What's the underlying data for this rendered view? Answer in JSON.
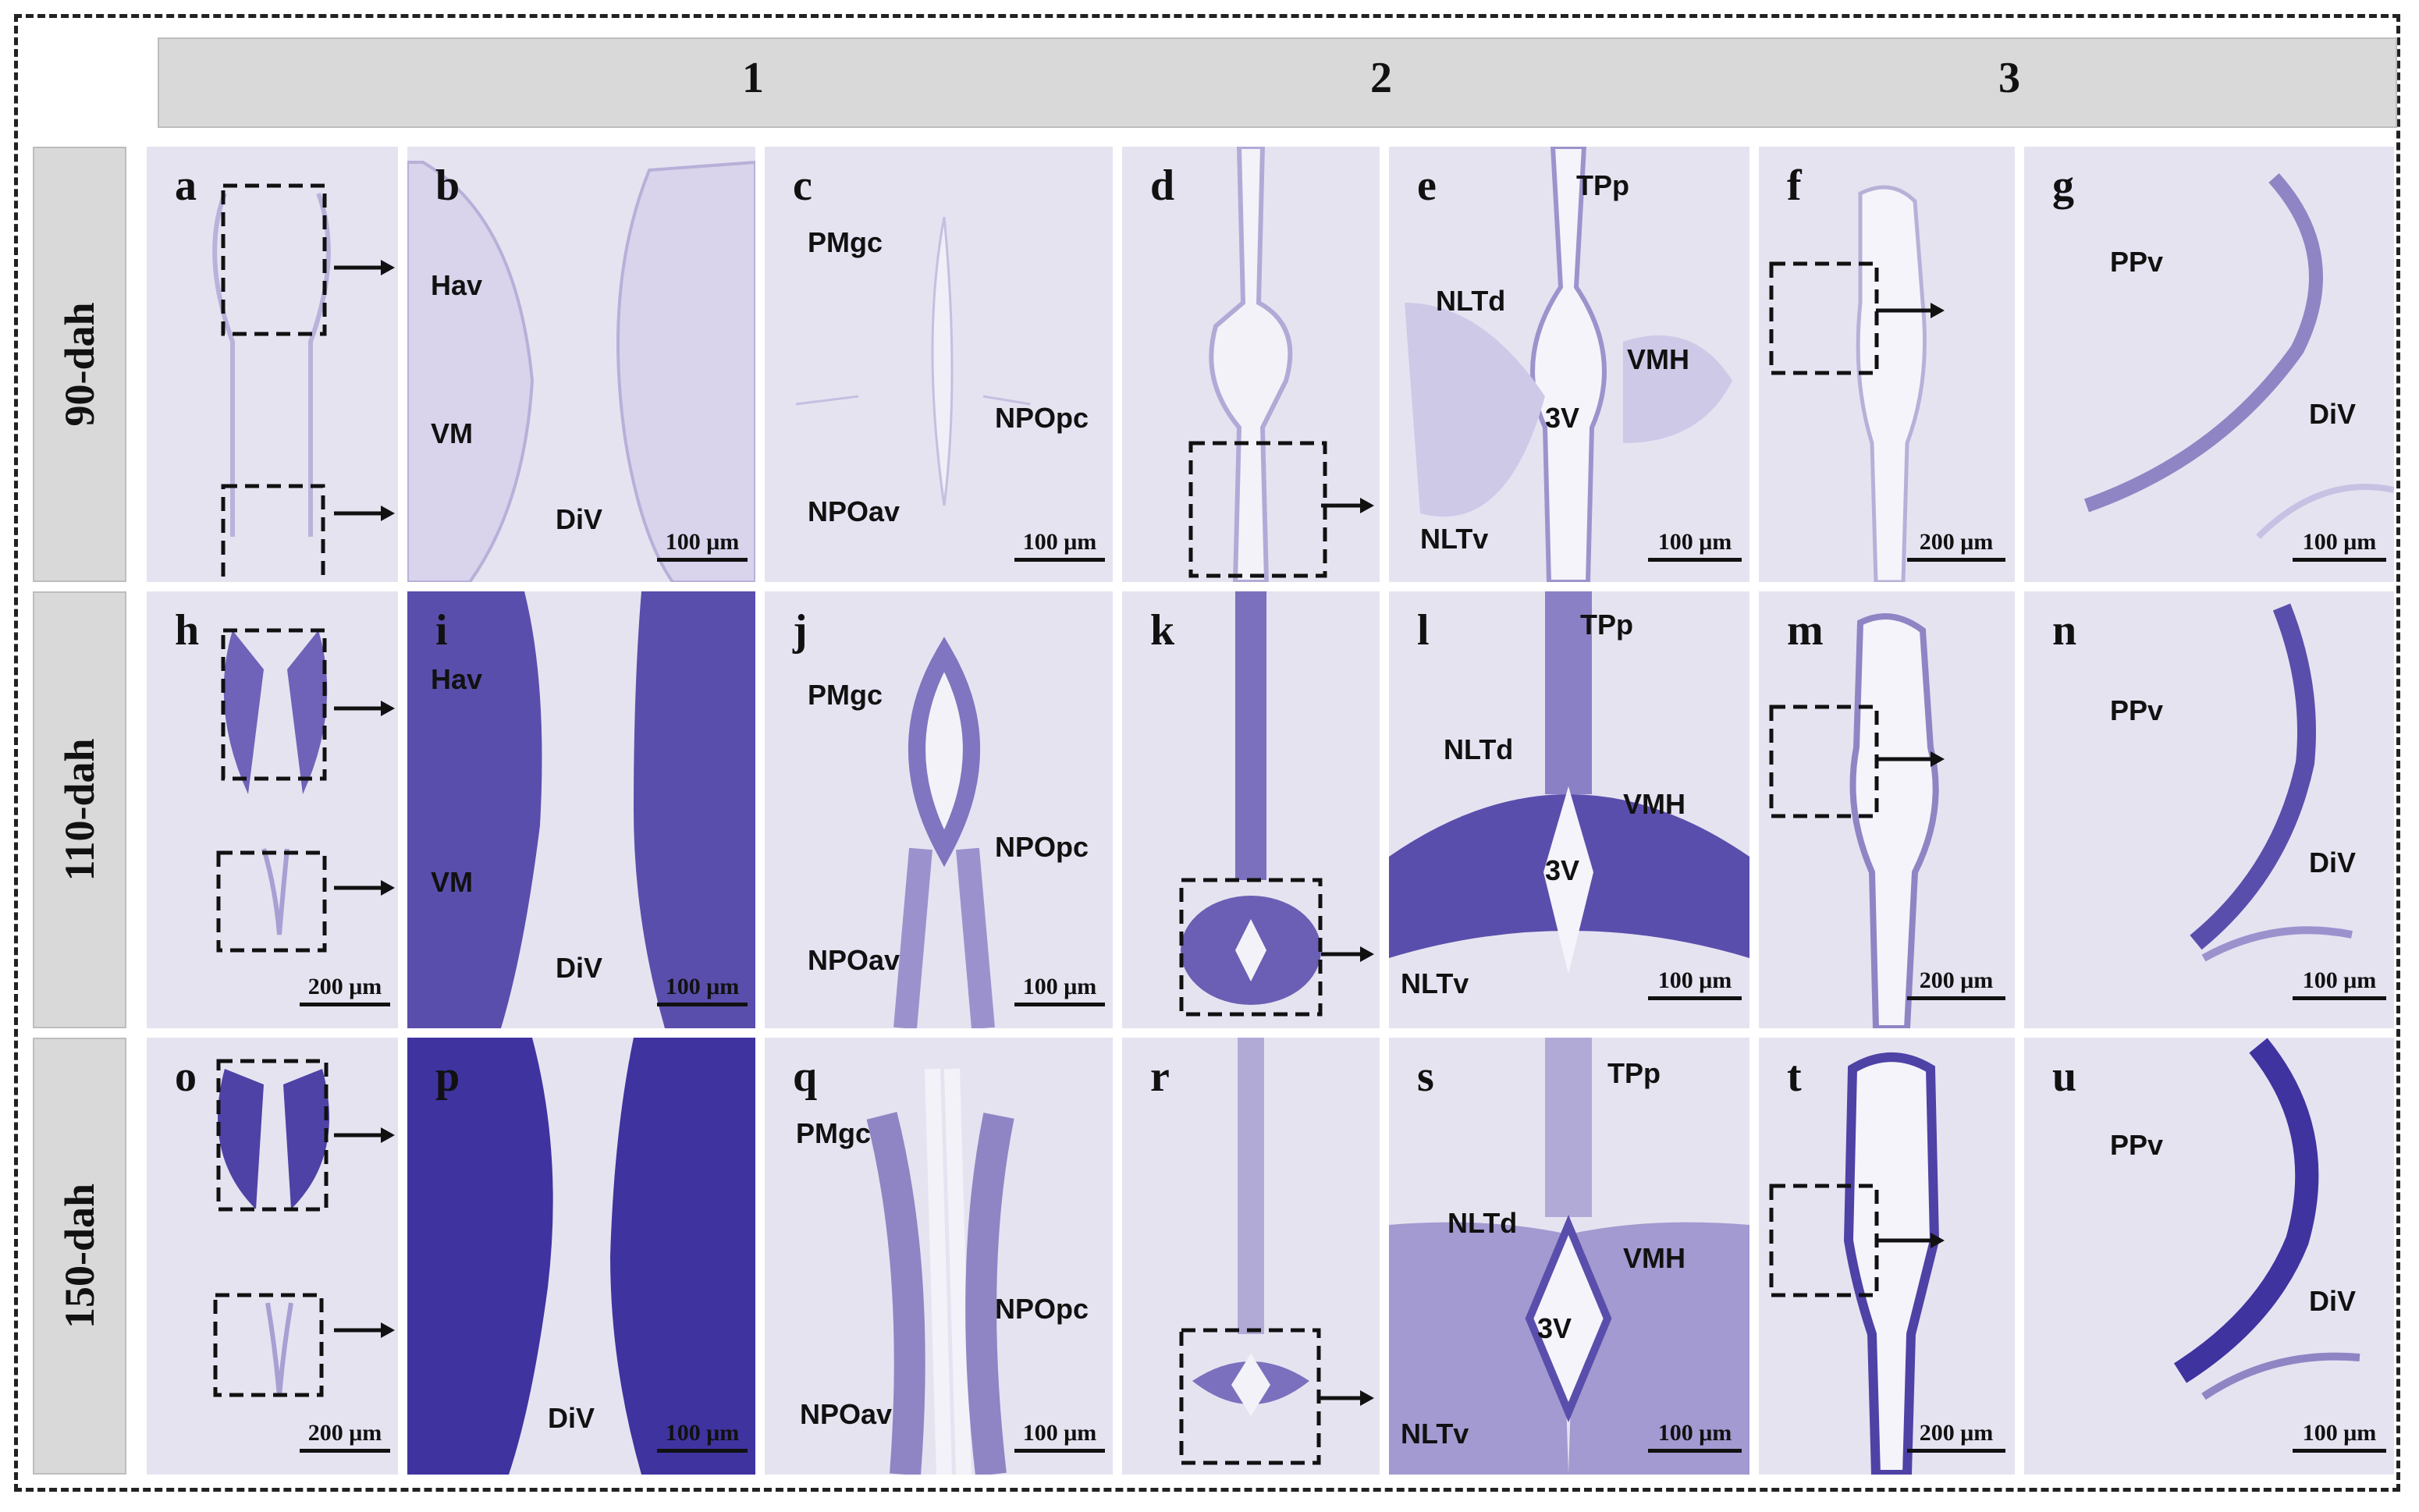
{
  "columns": [
    "1",
    "2",
    "3"
  ],
  "rows": [
    "90-dah",
    "110-dah",
    "150-dah"
  ],
  "panels": {
    "a": {
      "label": "a"
    },
    "b": {
      "label": "b"
    },
    "c": {
      "label": "c"
    },
    "d": {
      "label": "d"
    },
    "e": {
      "label": "e"
    },
    "f": {
      "label": "f"
    },
    "g": {
      "label": "g"
    },
    "h": {
      "label": "h"
    },
    "i": {
      "label": "i"
    },
    "j": {
      "label": "j"
    },
    "k": {
      "label": "k"
    },
    "l": {
      "label": "l"
    },
    "m": {
      "label": "m"
    },
    "n": {
      "label": "n"
    },
    "o": {
      "label": "o"
    },
    "p": {
      "label": "p"
    },
    "q": {
      "label": "q"
    },
    "r": {
      "label": "r"
    },
    "s": {
      "label": "s"
    },
    "t": {
      "label": "t"
    },
    "u": {
      "label": "u"
    }
  },
  "regions": {
    "hav": "Hav",
    "vm": "VM",
    "div": "DiV",
    "pmgc": "PMgc",
    "npopc": "NPOpc",
    "npoav": "NPOav",
    "tpp": "TPp",
    "nltd": "NLTd",
    "vmh": "VMH",
    "v3": "3V",
    "nltv": "NLTv",
    "ppv": "PPv"
  },
  "scalebars": {
    "s100": "100 μm",
    "s200": "200 μm"
  },
  "colors": {
    "stain": "#3b2fa0",
    "tissue_bg": "#e6e3f1",
    "header_bg": "#d9d9d9"
  }
}
